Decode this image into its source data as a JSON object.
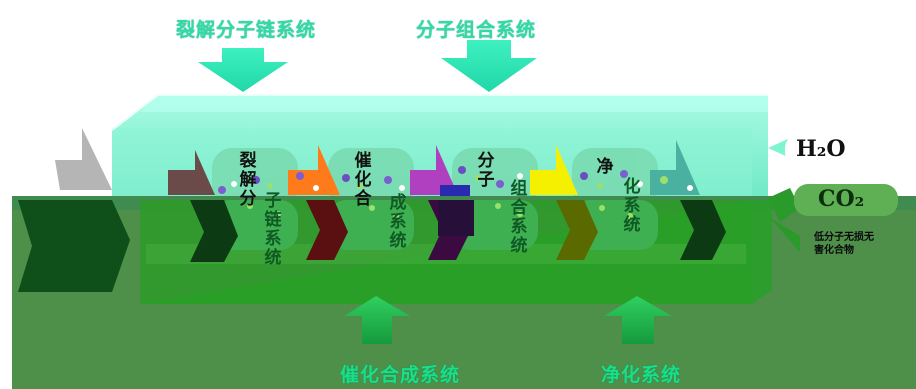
{
  "top_labels": [
    "裂解分子链系统",
    "分子组合系统"
  ],
  "bottom_labels": [
    "催化合成系统",
    "净化系统"
  ],
  "chambers": [
    {
      "upper": "裂解分",
      "lower": "子链系统"
    },
    {
      "upper": "催化合",
      "lower": "成系统"
    },
    {
      "upper": "分子",
      "lower": "组合系统"
    },
    {
      "upper": "净",
      "lower": "化系统"
    }
  ],
  "outputs": {
    "h2o": "H₂O",
    "co2": "CO₂",
    "note": "低分子无损无害化合物"
  },
  "colors": {
    "box_top": "#7ff5cf",
    "box_bottom": "#3f9a3c",
    "overlay": "#4e8f49",
    "arrow_top": "#33e6b8",
    "arrow_bottom": "#1eb24c"
  }
}
